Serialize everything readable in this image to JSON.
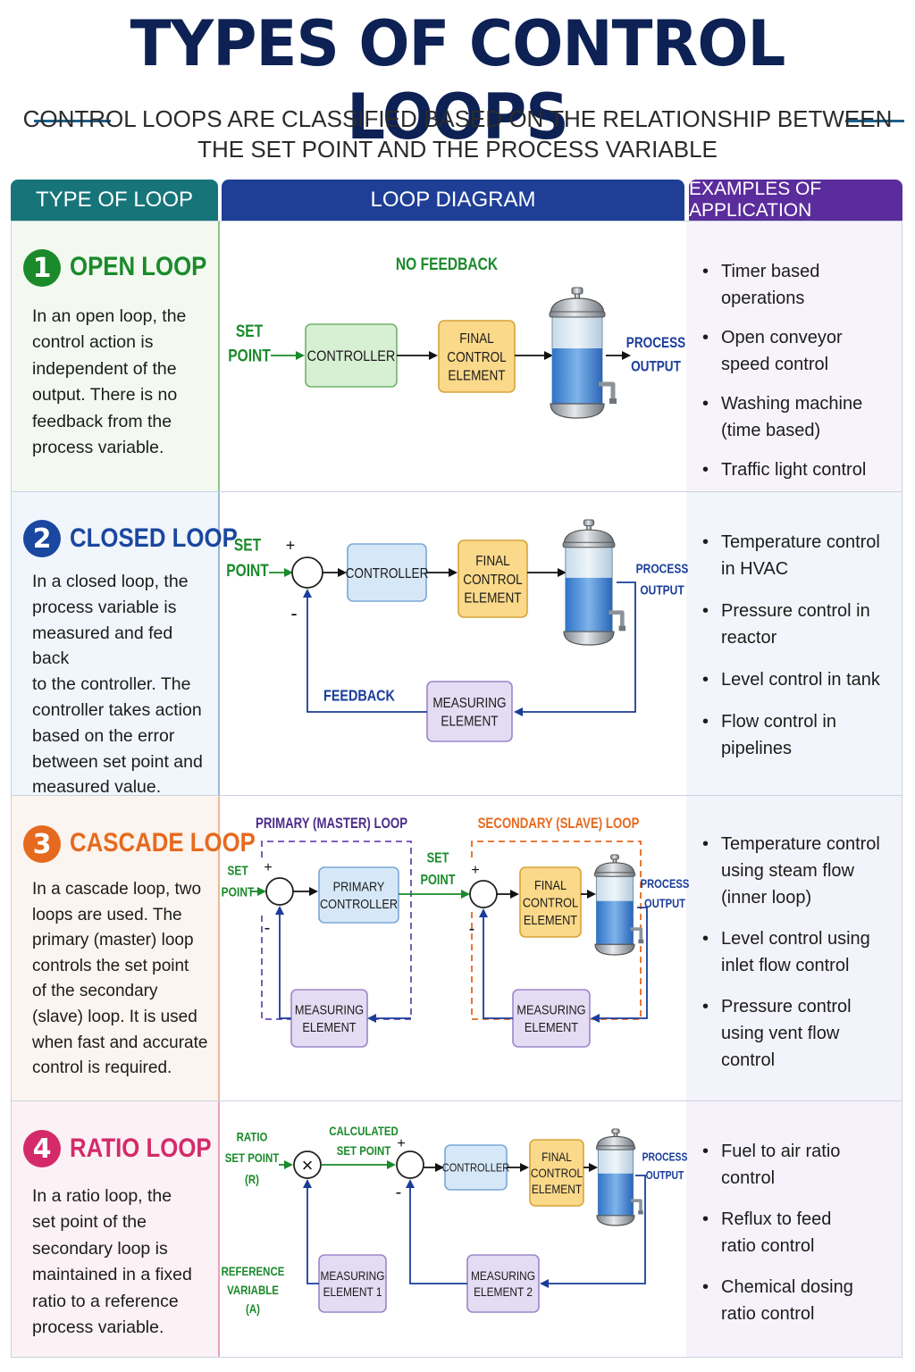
{
  "title": "TYPES OF CONTROL LOOPS",
  "subtitle_line1": "CONTROL LOOPS ARE CLASSIFIED BASED ON THE RELATIONSHIP BETWEEN",
  "subtitle_line2": "THE SET POINT AND THE PROCESS VARIABLE",
  "headers": {
    "type": "TYPE OF LOOP",
    "diagram": "LOOP DIAGRAM",
    "examples": "EXAMPLES OF APPLICATION"
  },
  "colors": {
    "navy": "#0d2154",
    "teal": "#17757a",
    "blue_header": "#1f3f96",
    "purple_header": "#5b2c9c",
    "green": "#1a8a2a",
    "blue": "#1a47a0",
    "orange": "#e56a1f",
    "pink": "#d42a6a"
  },
  "loops": [
    {
      "number": "1",
      "name": "OPEN LOOP",
      "desc": [
        "In an open loop, the",
        "control action is",
        "independent of the",
        "output. There is no",
        "feedback from the",
        "process variable."
      ],
      "examples": [
        [
          "Timer based operations"
        ],
        [
          "Open conveyor",
          "speed control"
        ],
        [
          "Washing machine",
          "(time based)"
        ],
        [
          "Traffic light control"
        ]
      ],
      "diagram": {
        "caption": "NO FEEDBACK",
        "set_point": [
          "SET",
          "POINT"
        ],
        "controller": "CONTROLLER",
        "fce": [
          "FINAL",
          "CONTROL",
          "ELEMENT"
        ],
        "output": [
          "PROCESS",
          "OUTPUT"
        ]
      }
    },
    {
      "number": "2",
      "name": "CLOSED LOOP",
      "desc": [
        "In a closed loop, the",
        "process variable is",
        "measured and fed back",
        "to the controller. The",
        "controller takes action",
        "based on the error",
        "between set point and",
        "measured value."
      ],
      "examples": [
        [
          "Temperature control",
          "in HVAC"
        ],
        [
          "Pressure control in",
          "reactor"
        ],
        [
          "Level control in tank"
        ],
        [
          "Flow control in",
          "pipelines"
        ]
      ],
      "diagram": {
        "set_point": [
          "SET",
          "POINT"
        ],
        "plus": "+",
        "minus": "-",
        "controller": "CONTROLLER",
        "fce": [
          "FINAL",
          "CONTROL",
          "ELEMENT"
        ],
        "output": [
          "PROCESS",
          "OUTPUT"
        ],
        "feedback": "FEEDBACK",
        "measuring": [
          "MEASURING",
          "ELEMENT"
        ]
      }
    },
    {
      "number": "3",
      "name": "CASCADE LOOP",
      "desc": [
        "In a cascade loop, two",
        "loops are used. The",
        "primary (master) loop",
        "controls the set point",
        "of the secondary",
        "(slave) loop. It is used",
        "when fast and accurate",
        "control is required."
      ],
      "examples": [
        [
          "Temperature control",
          "using steam flow",
          "(inner loop)"
        ],
        [
          "Level control using",
          "inlet flow control"
        ],
        [
          "Pressure control",
          "using vent flow",
          "control"
        ]
      ],
      "diagram": {
        "primary_label": "PRIMARY (MASTER) LOOP",
        "secondary_label": "SECONDARY (SLAVE) LOOP",
        "set_point": [
          "SET",
          "POINT"
        ],
        "set_point2": [
          "SET",
          "POINT"
        ],
        "plus": "+",
        "minus": "-",
        "primary_controller": [
          "PRIMARY",
          "CONTROLLER"
        ],
        "fce": [
          "FINAL",
          "CONTROL",
          "ELEMENT"
        ],
        "output": [
          "PROCESS",
          "OUTPUT"
        ],
        "measuring": [
          "MEASURING",
          "ELEMENT"
        ],
        "measuring2": [
          "MEASURING",
          "ELEMENT"
        ]
      }
    },
    {
      "number": "4",
      "name": "RATIO LOOP",
      "desc": [
        "In a ratio loop, the",
        "set point of the",
        "secondary loop is",
        "maintained in a fixed",
        "ratio to a reference",
        "process variable."
      ],
      "examples": [
        [
          "Fuel to air ratio",
          "control"
        ],
        [
          "Reflux to feed",
          "ratio control"
        ],
        [
          "Chemical dosing",
          "ratio control"
        ]
      ],
      "diagram": {
        "ratio_sp": [
          "RATIO",
          "SET POINT",
          "(R)"
        ],
        "calc_sp": [
          "CALCULATED",
          "SET POINT"
        ],
        "ref_var": [
          "REFERENCE",
          "VARIABLE",
          "(A)"
        ],
        "multiply": "×",
        "plus": "+",
        "minus": "-",
        "controller": "CONTROLLER",
        "fce": [
          "FINAL",
          "CONTROL",
          "ELEMENT"
        ],
        "output": [
          "PROCESS",
          "OUTPUT"
        ],
        "measuring1": [
          "MEASURING",
          "ELEMENT 1"
        ],
        "measuring2": [
          "MEASURING",
          "ELEMENT 2"
        ]
      }
    }
  ]
}
